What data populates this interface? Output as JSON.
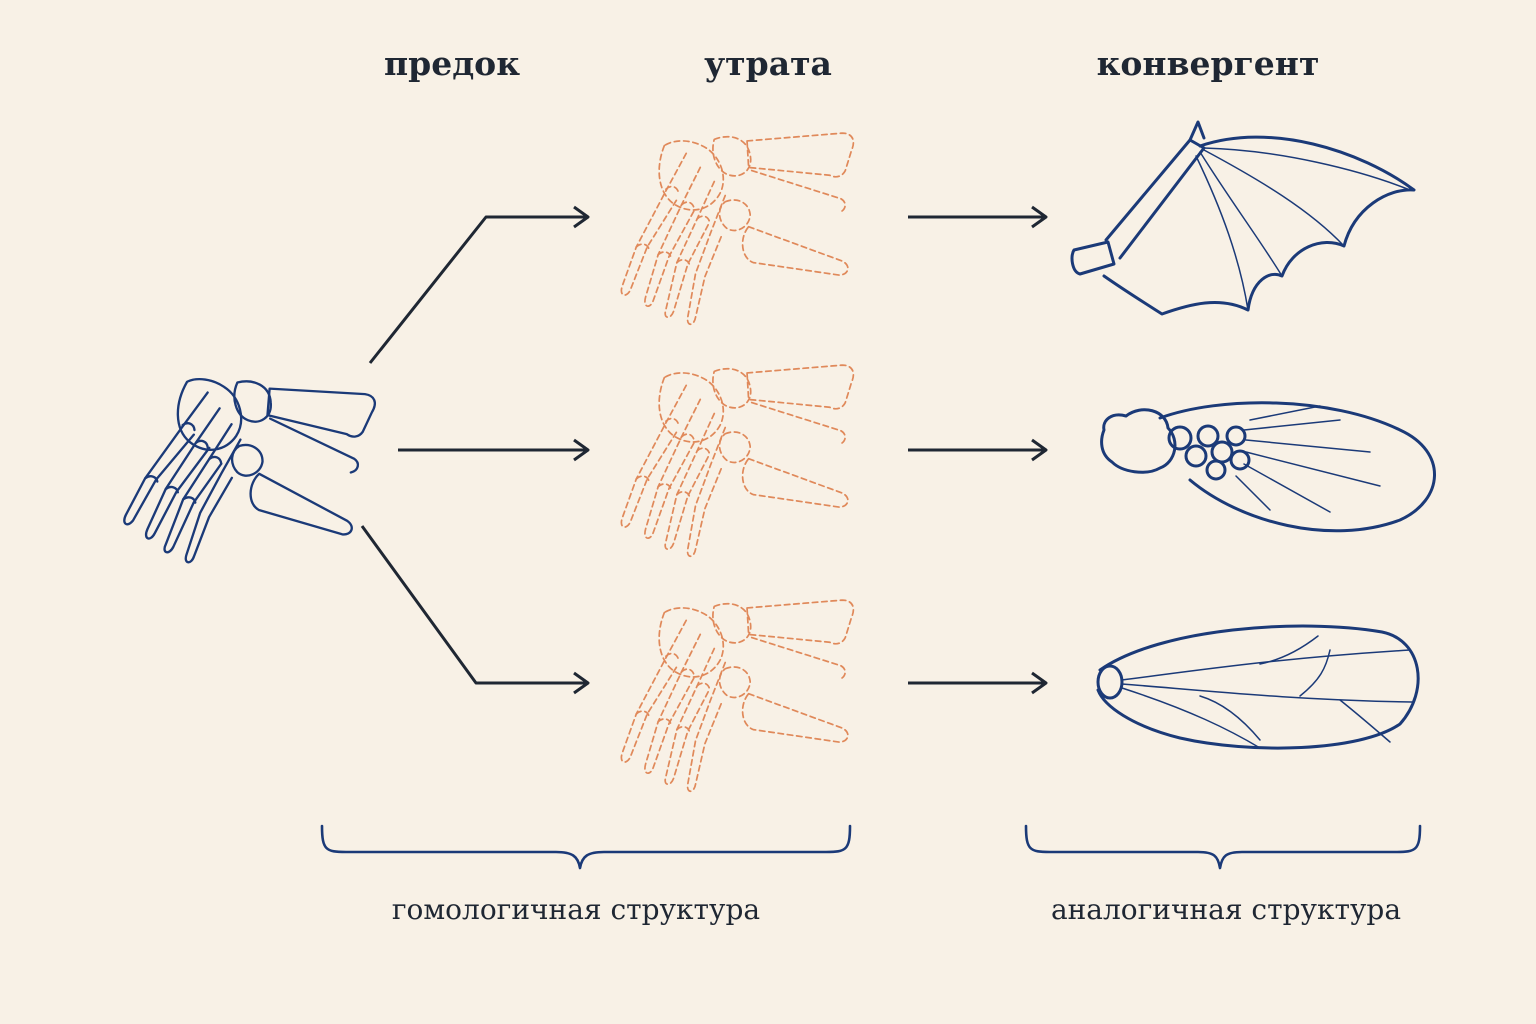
{
  "columns": {
    "ancestor": "предок",
    "loss": "утрата",
    "convergent": "конвергент"
  },
  "groups": {
    "homologous": "гомологичная структура",
    "analogous": "аналогичная структура"
  },
  "colors": {
    "background": "#f8f1e6",
    "skeleton": "#1b3a78",
    "lost_structure": "#e0895a",
    "arrow": "#1f2733"
  },
  "icons": {
    "ancestor": "ancestral-forelimb-skeleton-icon",
    "lost": "dashed-lost-forelimb-icon",
    "convergent": [
      "bat-wing-icon",
      "insect-wing-icon",
      "membrane-wing-icon"
    ]
  }
}
